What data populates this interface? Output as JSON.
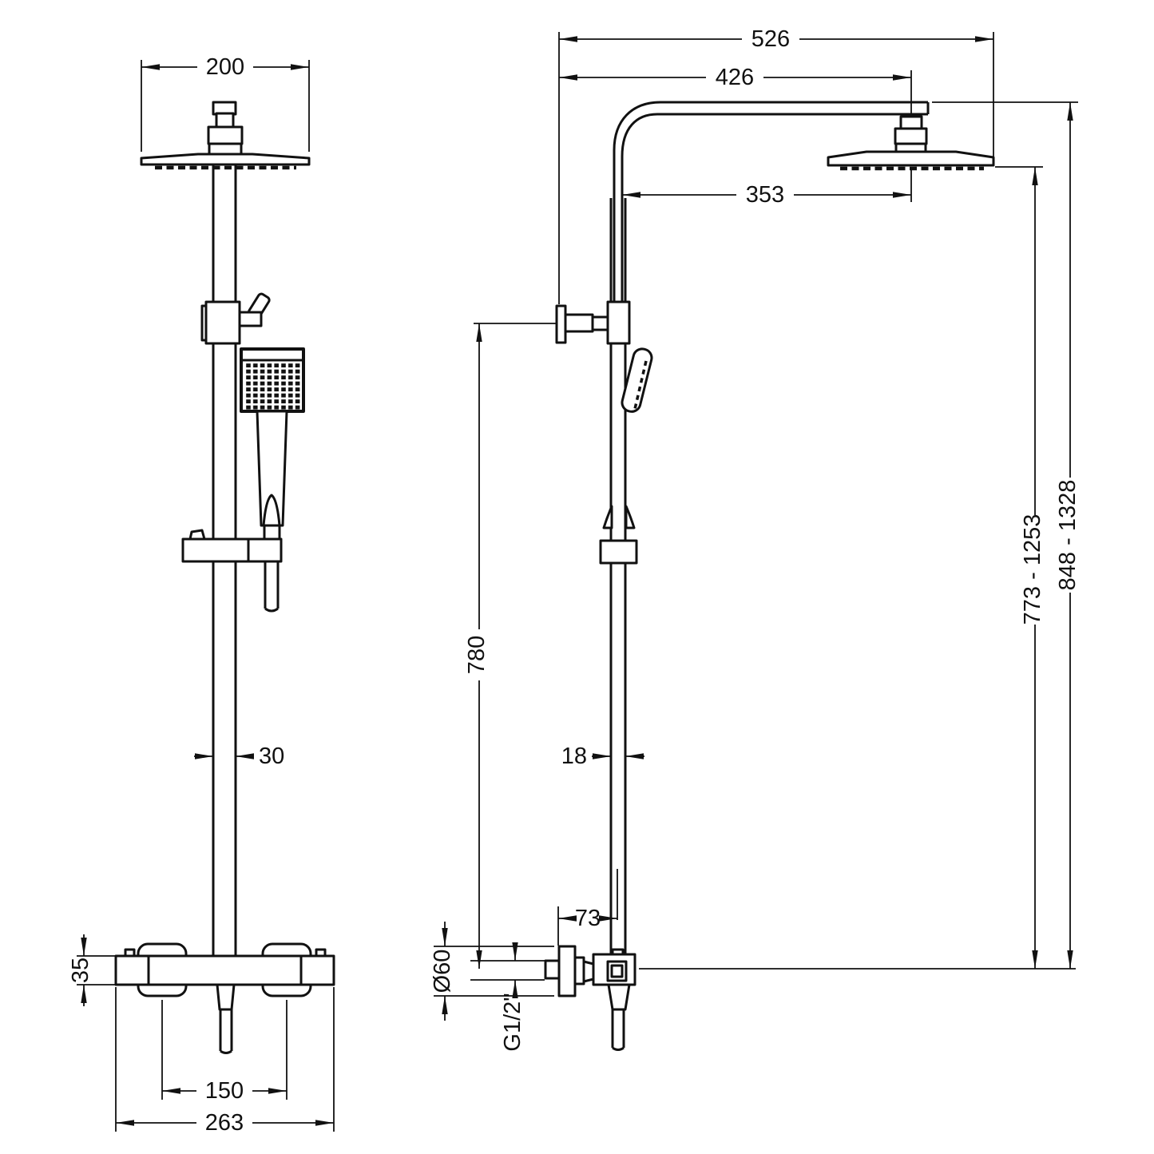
{
  "drawing": {
    "colors": {
      "background": "#ffffff",
      "line": "#111111"
    },
    "front_view": {
      "head_width": "200",
      "riser_width": "30",
      "valve_body_height": "35",
      "hose_centres": "150",
      "valve_width": "263"
    },
    "side_view": {
      "overall_reach": "526",
      "arm_reach": "426",
      "head_centre_reach": "353",
      "wall_bracket_height": "780",
      "riser_depth": "18",
      "valve_wall_offset": "73",
      "wall_flange_diameter": "Ø60",
      "connection_thread": "G1/2\"",
      "head_height_range": "773 - 1253",
      "overall_height_range": "848 - 1328"
    }
  }
}
